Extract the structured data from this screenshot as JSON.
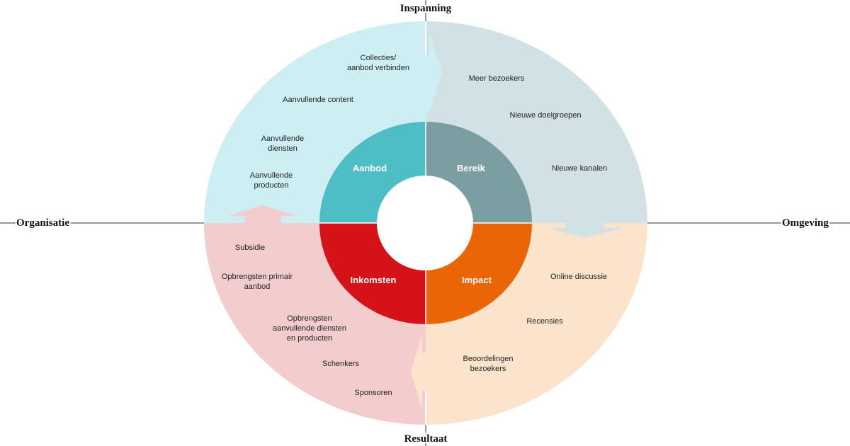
{
  "axes": {
    "top": "Inspanning",
    "bottom": "Resultaat",
    "left": "Organisatie",
    "right": "Omgeving"
  },
  "colors": {
    "outer_aanbod": "#cdeef3",
    "outer_bereik": "#d2e1e4",
    "outer_inkomsten": "#f3cccd",
    "outer_impact": "#fce4cc",
    "inner_aanbod": "#4dbdc6",
    "inner_bereik": "#7b9ea3",
    "inner_inkomsten": "#d51217",
    "inner_impact": "#eb6506"
  },
  "inner": {
    "aanbod": "Aanbod",
    "bereik": "Bereik",
    "inkomsten": "Inkomsten",
    "impact": "Impact"
  },
  "aanbod_items": [
    [
      "Collecties/",
      "aanbod verbinden"
    ],
    [
      "Aanvullende content"
    ],
    [
      "Aanvullende",
      "diensten"
    ],
    [
      "Aanvullende",
      "producten"
    ]
  ],
  "bereik_items": [
    [
      "Meer bezoekers"
    ],
    [
      "Nieuwe doelgroepen"
    ],
    [
      "Nieuwe kanalen"
    ]
  ],
  "inkomsten_items": [
    [
      "Subsidie"
    ],
    [
      "Opbrengsten primair",
      "aanbod"
    ],
    [
      "Opbrengsten",
      "aanvullende diensten",
      "en producten"
    ],
    [
      "Schenkers"
    ],
    [
      "Sponsoren"
    ]
  ],
  "impact_items": [
    [
      "Online discussie"
    ],
    [
      "Recensies"
    ],
    [
      "Beoordelingen",
      "bezoekers"
    ]
  ]
}
